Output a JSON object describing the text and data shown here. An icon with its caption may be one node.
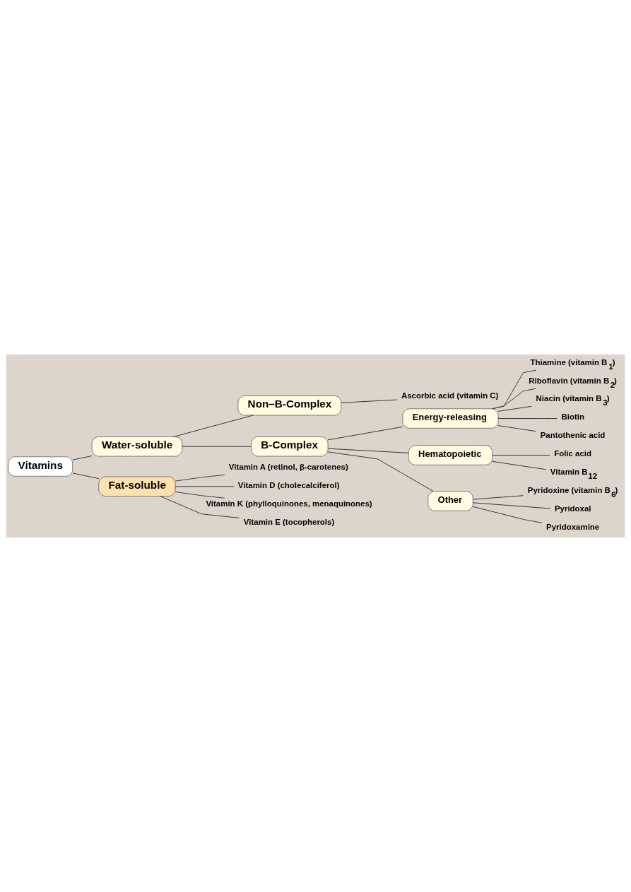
{
  "diagram": {
    "nodes": [
      {
        "text": [
          "Vitamins"
        ]
      },
      {
        "text": [
          "Water-soluble"
        ]
      },
      {
        "text": [
          "Fat-soluble"
        ]
      },
      {
        "text": [
          "Vitamin A (retinol, β-carotenes)"
        ]
      },
      {
        "text": [
          "Vitamin D (cholecalciferol)"
        ]
      },
      {
        "text": [
          "Vitamin K (phylloquinones, menaquinones)"
        ]
      },
      {
        "text": [
          "Vitamin E (tocopherols)"
        ]
      },
      {
        "text": [
          "Non–B-Complex"
        ]
      },
      {
        "text": [
          "B-Complex"
        ]
      },
      {
        "text": [
          "Ascorbic acid (vitamin C)"
        ]
      },
      {
        "text": [
          "Energy-releasing"
        ]
      },
      {
        "text": [
          "Hematopoietic"
        ]
      },
      {
        "text": [
          "Other"
        ]
      },
      {
        "text": [
          "Thiamine (vitamin B$_{1}$)"
        ]
      },
      {
        "text": [
          "Riboflavin (vitamin B$_{2}$)"
        ]
      },
      {
        "text": [
          "Niacin (vitamin B$_{3}$)"
        ]
      },
      {
        "text": [
          "Biotin"
        ]
      },
      {
        "text": [
          "Pantothenic acid"
        ]
      },
      {
        "text": [
          "Folic acid"
        ]
      },
      {
        "text": [
          "Vitamin B$_{12}$"
        ]
      },
      {
        "text": [
          "Pyridoxine (vitamin B$_{6}$)"
        ]
      },
      {
        "text": [
          "Pyridoxal"
        ]
      },
      {
        "text": [
          "Pyridoxamine"
        ]
      }
    ],
    "edges": [
      {
        "from": 0,
        "to": 1,
        "arrow": "none"
      },
      {
        "from": 0,
        "to": 2,
        "arrow": "none"
      },
      {
        "from": 2,
        "to": 3,
        "arrow": "none"
      },
      {
        "from": 2,
        "to": 4,
        "arrow": "none"
      },
      {
        "from": 2,
        "to": 5,
        "arrow": "none"
      },
      {
        "from": 2,
        "to": 6,
        "arrow": "none"
      },
      {
        "from": 1,
        "to": 7,
        "arrow": "none"
      },
      {
        "from": 1,
        "to": 8,
        "arrow": "none"
      },
      {
        "from": 7,
        "to": 9,
        "arrow": "none"
      },
      {
        "from": 8,
        "to": 10,
        "arrow": "none"
      },
      {
        "from": 8,
        "to": 11,
        "arrow": "none"
      },
      {
        "from": 8,
        "to": 12,
        "arrow": "none"
      },
      {
        "from": 10,
        "to": 13,
        "arrow": "none"
      },
      {
        "from": 10,
        "to": 14,
        "arrow": "none"
      },
      {
        "from": 10,
        "to": 15,
        "arrow": "none"
      },
      {
        "from": 10,
        "to": 16,
        "arrow": "none"
      },
      {
        "from": 10,
        "to": 17,
        "arrow": "none"
      },
      {
        "from": 11,
        "to": 18,
        "arrow": "none"
      },
      {
        "from": 11,
        "to": 19,
        "arrow": "none"
      },
      {
        "from": 12,
        "to": 20,
        "arrow": "none"
      },
      {
        "from": 12,
        "to": 21,
        "arrow": "none"
      },
      {
        "from": 12,
        "to": 22,
        "arrow": "none"
      }
    ]
  }
}
